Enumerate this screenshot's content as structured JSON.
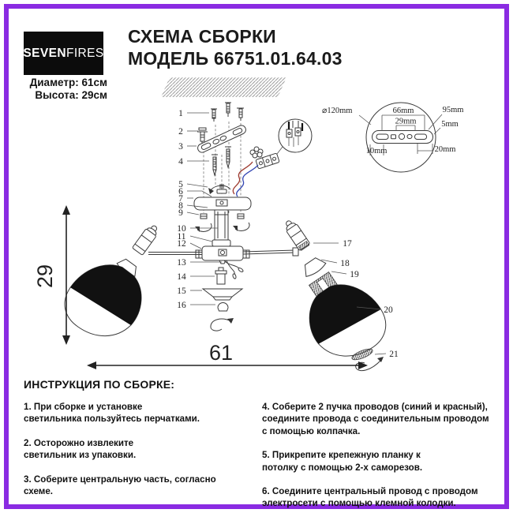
{
  "page": {
    "accent_border_color": "#8A2BE2",
    "background": "#ffffff"
  },
  "header": {
    "logo_bold": "SEVEN",
    "logo_light": "FIRES",
    "logo_bg": "#0c0c0c",
    "title": "СХЕМА СБОРКИ\nМОДЕЛЬ 66751.01.64.03",
    "specs": "Диаметр: 61см\nВысота: 29см"
  },
  "diagram": {
    "part_labels": [
      "1",
      "2",
      "3",
      "4",
      "5",
      "6",
      "7",
      "8",
      "9",
      "10",
      "11",
      "12",
      "13",
      "14",
      "15",
      "16",
      "17",
      "18",
      "19",
      "20",
      "21"
    ],
    "dim_width": "61",
    "dim_height": "29",
    "wire_red_color": "#9e3a2f",
    "wire_blue_color": "#3346b3",
    "shade_color": "#111111",
    "inset": {
      "diameter": "⌀120mm",
      "dim_66": "66mm",
      "dim_29": "29mm",
      "dim_95": "95mm",
      "dim_5": "5mm",
      "dim_10": "10mm",
      "dim_20": "20mm"
    }
  },
  "instructions": {
    "heading": "ИНСТРУКЦИЯ ПО СБОРКЕ:",
    "col1": [
      "1. При сборке и установке\nсветильника пользуйтесь перчатками.",
      "2. Осторожно извлеките\nсветильник из упаковки.",
      "3. Соберите центральную часть, согласно схеме."
    ],
    "col2": [
      "4. Соберите 2 пучка проводов (синий и красный),\nсоедините провода с соединительным проводом\nс помощью колпачка.",
      "5. Прикрепите крепежную планку к\nпотолку с помощью 2-х саморезов.",
      "6. Соедините центральный провод с проводом\nэлектросети с помощью клемной колодки."
    ]
  }
}
